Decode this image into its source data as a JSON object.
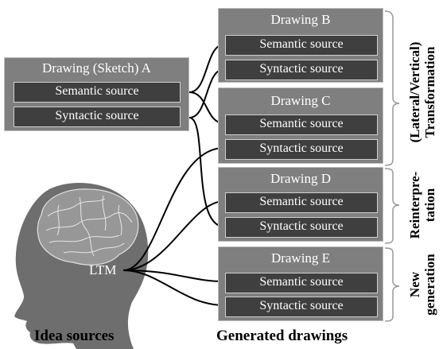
{
  "source_box": {
    "title": "Drawing (Sketch) A",
    "semantic": "Semantic source",
    "syntactic": "Syntactic source"
  },
  "generated": [
    {
      "title": "Drawing B",
      "semantic": "Semantic source",
      "syntactic": "Syntactic source"
    },
    {
      "title": "Drawing C",
      "semantic": "Semantic source",
      "syntactic": "Syntactic source"
    },
    {
      "title": "Drawing D",
      "semantic": "Semantic source",
      "syntactic": "Syntactic source"
    },
    {
      "title": "Drawing E",
      "semantic": "Semantic source",
      "syntactic": "Syntactic source"
    }
  ],
  "ltm_label": "LTM",
  "captions": {
    "left": "Idea sources",
    "right": "Generated drawings"
  },
  "side_labels": {
    "transformation": "(Lateral/Vertical) Transformation",
    "reinterpretation": "Reinterpre- tation",
    "new_generation": "New generation"
  },
  "colors": {
    "box": "#7f7f7f",
    "source": "#3f3f3f",
    "head": "#6e6e6e"
  }
}
